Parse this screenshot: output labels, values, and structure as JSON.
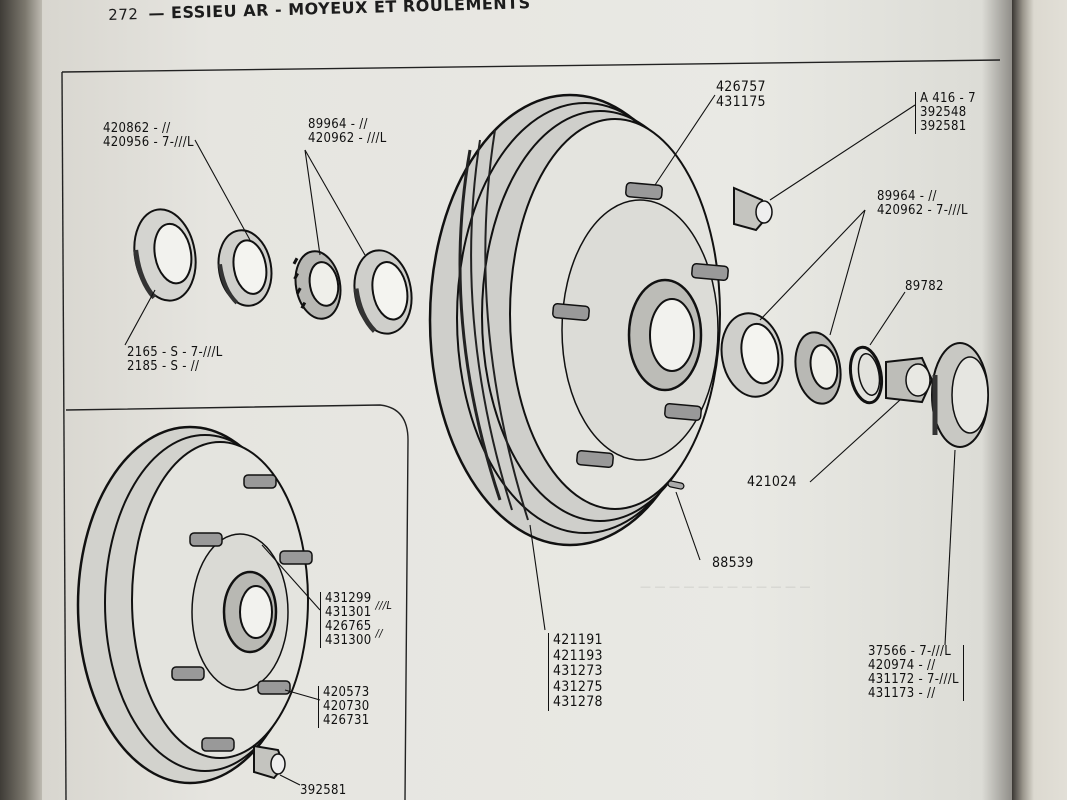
{
  "page": {
    "number": "272",
    "title": "— ESSIEU AR - MOYEUX ET ROULEMENTS"
  },
  "labels": {
    "seal_outer": [
      "420862 - //",
      "420956 - 7-///L"
    ],
    "bearing_top": [
      "89964 - //",
      "420962 - ///L"
    ],
    "seal_bottom": [
      "2165 - S - 7-///L",
      "2185 - S - //"
    ],
    "stud": [
      "426757",
      "431175"
    ],
    "grease_nipple": [
      "A 416 - 7",
      "392548",
      "392581"
    ],
    "bearing_right": [
      "89964 - //",
      "420962 - 7-///L"
    ],
    "ring": "89782",
    "nut": "421024",
    "pin": "88539",
    "drum": [
      "421191",
      "421193",
      "431273",
      "431275",
      "431278"
    ],
    "cap": [
      "37566 - 7-///L",
      "420974 - //",
      "431172 - 7-///L",
      "431173 - //"
    ],
    "inset_hub_a": [
      "431299",
      "431301"
    ],
    "inset_hub_a_suffix": "///L",
    "inset_hub_b": [
      "426765",
      "431300"
    ],
    "inset_hub_b_suffix": "//",
    "inset_studs": [
      "420573",
      "420730",
      "426731"
    ],
    "inset_nipple": "392581"
  }
}
